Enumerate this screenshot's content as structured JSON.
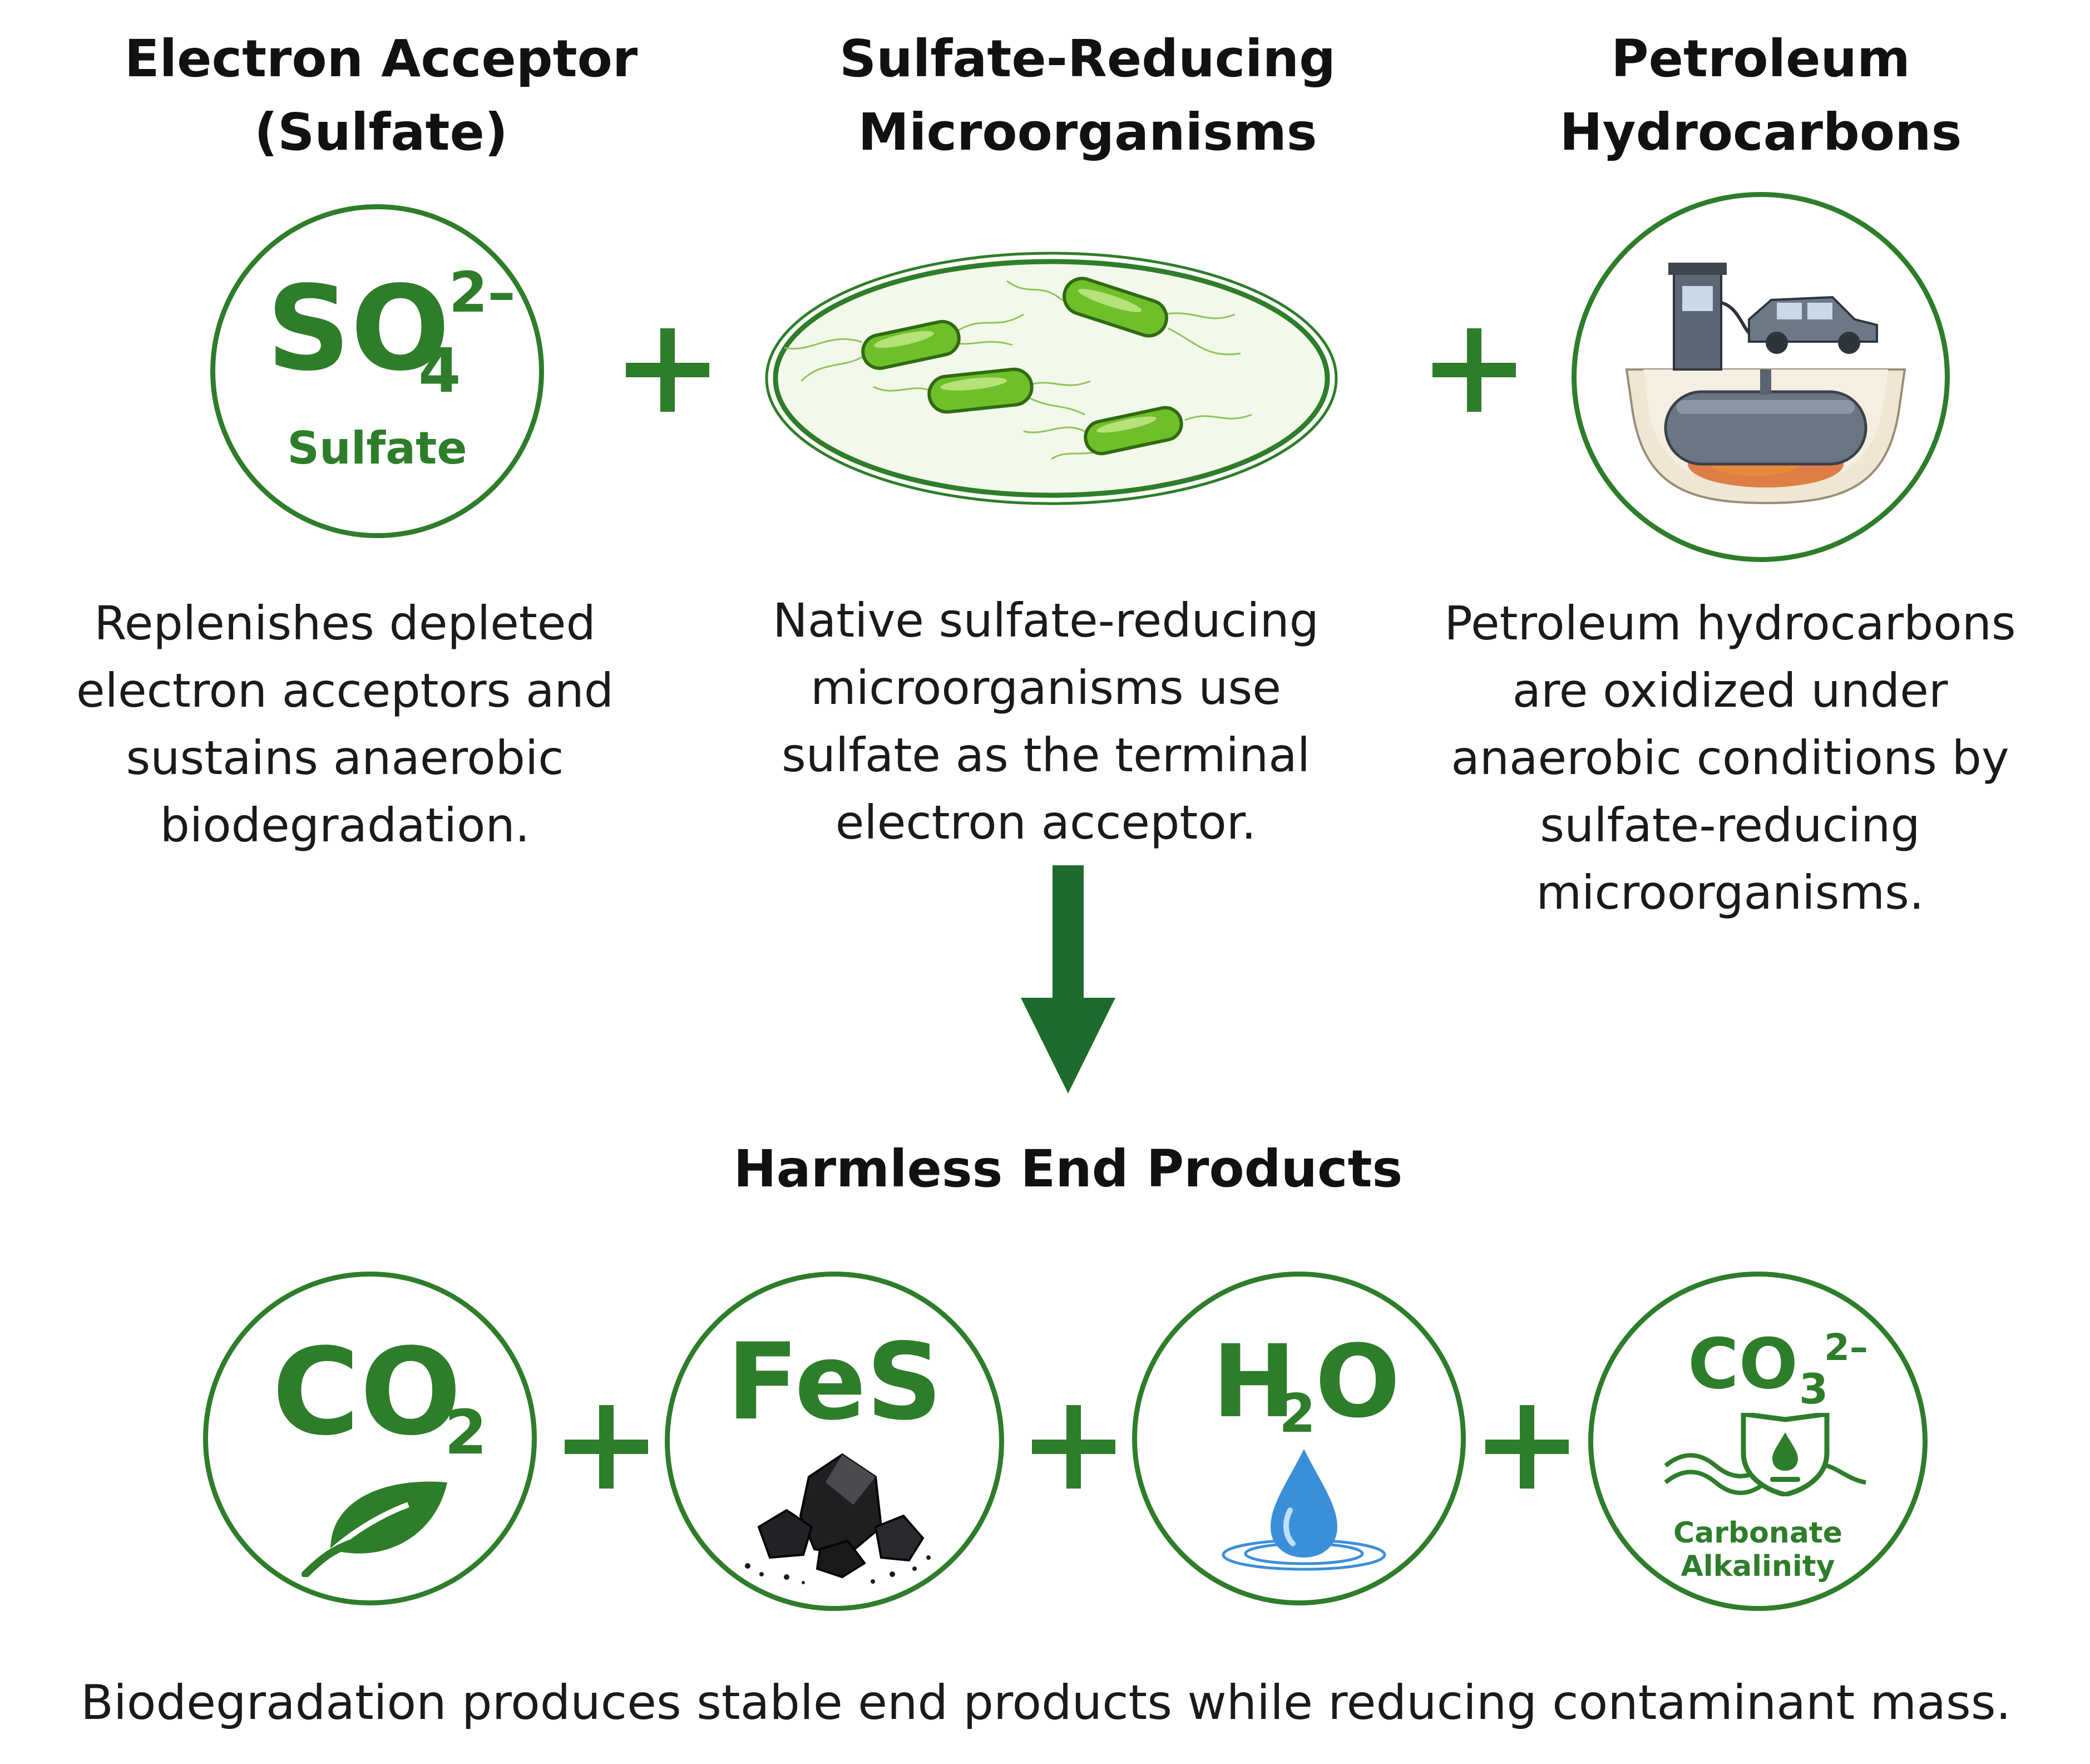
{
  "top": {
    "sulfate": {
      "heading_line1": "Electron Acceptor",
      "heading_line2": "(Sulfate)",
      "formula_main": "SO",
      "formula_sub": "4",
      "formula_sup": "2–",
      "label": "Sulfate",
      "desc": [
        "Replenishes depleted",
        "electron acceptors and",
        "sustains anaerobic",
        "biodegradation."
      ]
    },
    "microbes": {
      "heading_line1": "Sulfate-Reducing",
      "heading_line2": "Microorganisms",
      "desc": [
        "Native sulfate-reducing",
        "microorganisms use",
        "sulfate as the terminal",
        "electron acceptor."
      ]
    },
    "petroleum": {
      "heading_line1": "Petroleum",
      "heading_line2": "Hydrocarbons",
      "desc": [
        "Petroleum hydrocarbons",
        "are oxidized under",
        "anaerobic conditions by",
        "sulfate-reducing",
        "microorganisms."
      ]
    }
  },
  "products": {
    "heading": "Harmless End Products",
    "co2": {
      "main": "CO",
      "sub": "2"
    },
    "fes": {
      "main": "FeS"
    },
    "h2o": {
      "a": "H",
      "sub": "2",
      "b": "O"
    },
    "co3": {
      "main": "CO",
      "sub": "3",
      "sup": "2–",
      "label_line1": "Carbonate",
      "label_line2": "Alkalinity"
    }
  },
  "footer": "Biodegradation produces stable end products while reducing contaminant mass.",
  "colors": {
    "green": "#2e7d2a",
    "arrow": "#1e6b2e",
    "bacteria": "#6fbf2a",
    "water": "#3a8fd8"
  }
}
